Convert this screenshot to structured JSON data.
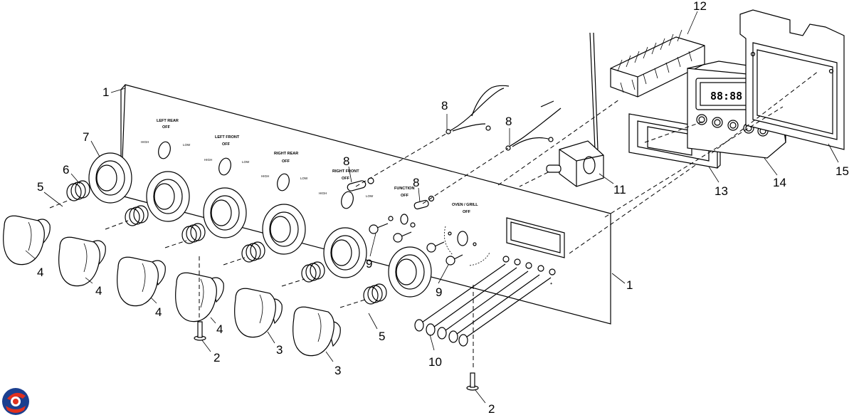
{
  "callouts": {
    "c1a": "1",
    "c1b": "1",
    "c2a": "2",
    "c2b": "2",
    "c3a": "3",
    "c3b": "3",
    "c4a": "4",
    "c4b": "4",
    "c4c": "4",
    "c4d": "4",
    "c5a": "5",
    "c5b": "5",
    "c6": "6",
    "c7": "7",
    "c8a": "8",
    "c8b": "8",
    "c8c": "8",
    "c8d": "8",
    "c9a": "9",
    "c9b": "9",
    "c10": "10",
    "c11": "11",
    "c12": "12",
    "c13": "13",
    "c14": "14",
    "c15": "15"
  },
  "panel_labels": {
    "left_rear": "LEFT REAR",
    "left_front": "LEFT FRONT",
    "right_rear": "RIGHT REAR",
    "right_front": "RIGHT FRONT",
    "function": "FUNCTION",
    "oven_grill": "OVEN / GRILL",
    "off": "OFF",
    "high": "HIGH",
    "low": "LOW",
    "plus": "+",
    "minus": "-"
  },
  "clock_display": "88:88",
  "icons": [
    "logo-icon"
  ]
}
